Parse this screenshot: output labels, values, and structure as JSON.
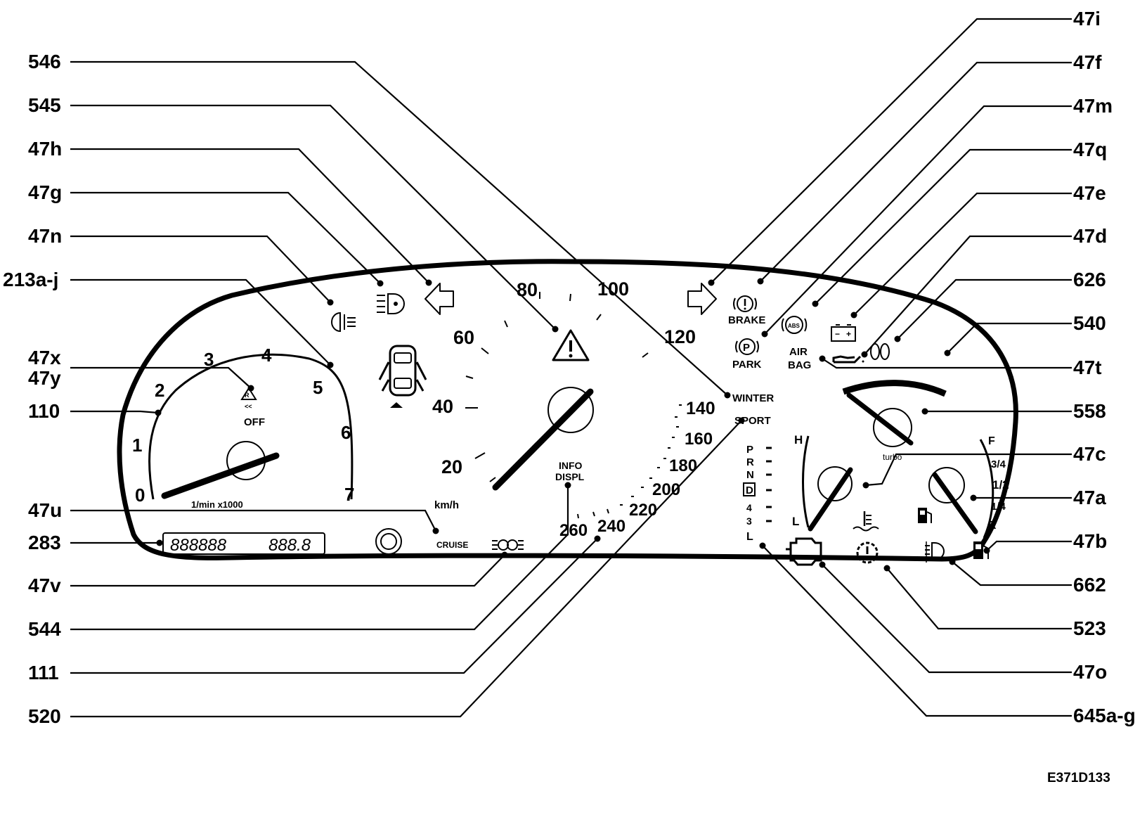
{
  "figure_code": "E371D133",
  "callouts_left": [
    "546",
    "545",
    "47h",
    "47g",
    "47n",
    "213a-j",
    "47x",
    "47y",
    "110",
    "47u",
    "283",
    "47v",
    "544",
    "111",
    "520"
  ],
  "callouts_right": [
    "47i",
    "47f",
    "47m",
    "47q",
    "47e",
    "47d",
    "626",
    "540",
    "47t",
    "558",
    "47c",
    "47a",
    "47b",
    "662",
    "523",
    "47o",
    "645a-g"
  ],
  "tachometer": {
    "ticks": [
      "0",
      "1",
      "2",
      "3",
      "4",
      "5",
      "6",
      "7"
    ],
    "unit": "1/min x1000",
    "off_label": "OFF"
  },
  "speedometer": {
    "ticks": [
      "20",
      "40",
      "60",
      "80",
      "100",
      "120",
      "140",
      "160",
      "180",
      "200",
      "220",
      "240",
      "260"
    ],
    "unit": "km/h"
  },
  "odometer": {
    "trip": "888888",
    "total": "888.8"
  },
  "indicators": {
    "brake": "BRAKE",
    "park": "PARK",
    "airbag_line1": "AIR",
    "airbag_line2": "BAG",
    "abs": "ABS",
    "winter": "WINTER",
    "sport": "SPORT",
    "cruise": "CRUISE",
    "info_line1": "INFO",
    "info_line2": "DISPL",
    "turbo": "turbo"
  },
  "gear_selector": [
    "P",
    "R",
    "N",
    "D",
    "4",
    "3",
    "L"
  ],
  "temp_gauge": {
    "high": "H",
    "low": "L"
  },
  "fuel_gauge": {
    "full": "F",
    "three_quarter": "3/4",
    "half": "1/2",
    "quarter": "1/4",
    "reserve": "R"
  }
}
